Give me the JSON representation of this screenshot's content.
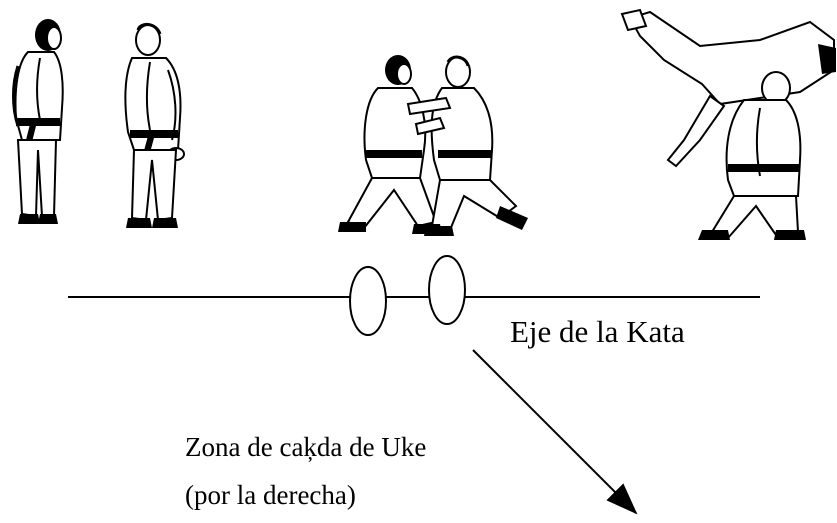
{
  "diagram": {
    "axis_label": "Eje de la Kata",
    "fall_zone_line1": "Zona de caķda de Uke",
    "fall_zone_line2": "(por la derecha)"
  },
  "figures": {
    "standing_left_1": "judoka-standing-icon",
    "standing_left_2": "judoka-standing-icon",
    "grip_pair": "judoka-grip-icon",
    "throw": "judoka-throw-icon"
  },
  "colors": {
    "ink": "#000000",
    "background": "#ffffff",
    "gi": "#ffffff"
  }
}
